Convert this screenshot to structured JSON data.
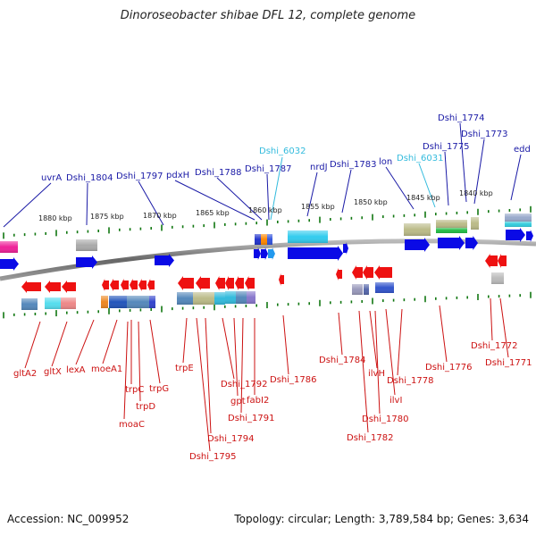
{
  "title": "Dinoroseobacter shibae DFL 12, complete genome",
  "footer": {
    "accession": "Accession: NC_009952",
    "topology": "Topology: circular; Length: 3,789,584 bp; Genes: 3,634"
  },
  "scale_labels": [
    "1880 kbp",
    "1875 kbp",
    "1870 kbp",
    "1865 kbp",
    "1860 kbp",
    "1855 kbp",
    "1850 kbp",
    "1845 kbp",
    "1840 kbp"
  ],
  "forward_labels": [
    "uvrA",
    "Dshi_1804",
    "Dshi_1797",
    "pdxH",
    "Dshi_1788",
    "Dshi_1787",
    "Dshi_6032",
    "nrdJ",
    "Dshi_1783",
    "lon",
    "Dshi_6031",
    "Dshi_1775",
    "Dshi_1774",
    "Dshi_1773",
    "edd"
  ],
  "reverse_labels": [
    "gltA2",
    "gltX",
    "lexA",
    "moeA1",
    "trpC",
    "moaC",
    "trpD",
    "trpG",
    "trpE",
    "Dshi_1794",
    "Dshi_1795",
    "Dshi_1792",
    "gpt",
    "Dshi_1791",
    "fabI2",
    "Dshi_1786",
    "Dshi_1784",
    "ilvH",
    "Dshi_1782",
    "Dshi_1780",
    "ilvI",
    "Dshi_1778",
    "Dshi_1776",
    "Dshi_1772",
    "Dshi_1771"
  ],
  "colors": {
    "forward_label": "#1a1aa6",
    "forward_label_alt": "#33bbdd",
    "reverse_label": "#cc1111",
    "forward_arrow": "#0a0ae6",
    "reverse_arrow": "#ee1111",
    "tick": "#117711",
    "backbone": "#888888"
  }
}
